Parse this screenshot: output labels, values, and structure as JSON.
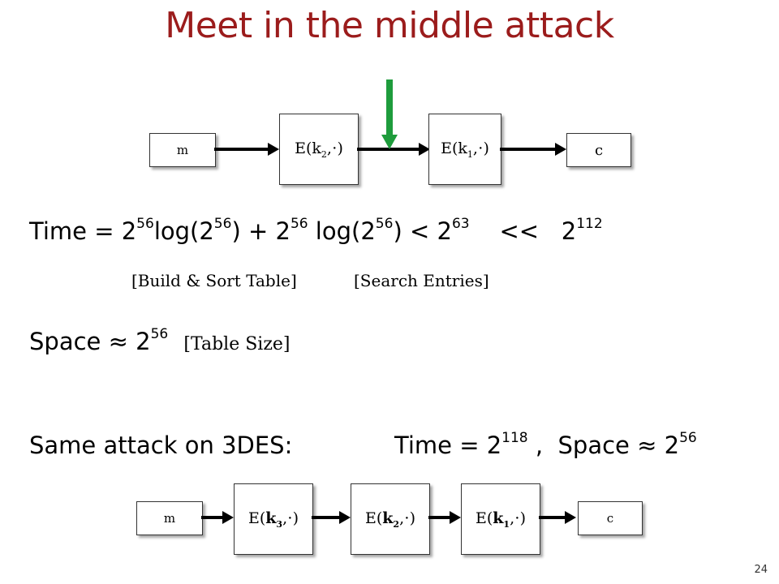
{
  "slide": {
    "title": "Meet in the middle attack",
    "page_number": "24"
  },
  "diagram1": {
    "m": "m",
    "e_k2": "E(k",
    "e_k2_sub": "2",
    "e_k2_tail": ",⋅)",
    "e_k1": "E(k",
    "e_k1_sub": "1",
    "e_k1_tail": ",⋅)",
    "c": "c",
    "pointer_color": "#1e9c3c"
  },
  "time_line": {
    "lead": "Time = ",
    "t1_base": "2",
    "t1_exp": "56",
    "t1_log": "log(2",
    "t1_log_exp": "56",
    "t1_close": ")  +  ",
    "t2_base": "2",
    "t2_exp": "56",
    "t2_log": " log(2",
    "t2_log_exp": "56",
    "t2_close": ")  <  ",
    "bound_base": "2",
    "bound_exp": "63",
    "much_less": "    <<   ",
    "target_base": "2",
    "target_exp": "112"
  },
  "notes": {
    "build_sort": "[Build & Sort Table]",
    "search": "[Search Entries]"
  },
  "space_line": {
    "lead": "Space ≈ ",
    "base": "2",
    "exp": "56",
    "note": "[Table Size]"
  },
  "des3_line": {
    "lead": "Same attack on 3DES:",
    "time_lead": "Time = ",
    "time_base": "2",
    "time_exp": "118",
    "sep": " ,  ",
    "space_lead": "Space ≈ ",
    "space_base": "2",
    "space_exp": "56"
  },
  "diagram2": {
    "m": "m",
    "e_k3": "E(",
    "e_k3_key": "k",
    "e_k3_sub": "3",
    "e_k3_tail": ",⋅)",
    "e_k2": "E(",
    "e_k2_key": "k",
    "e_k2_sub": "2",
    "e_k2_tail": ",⋅)",
    "e_k1": "E(",
    "e_k1_key": "k",
    "e_k1_sub": "1",
    "e_k1_tail": ",⋅)",
    "c": "c"
  }
}
